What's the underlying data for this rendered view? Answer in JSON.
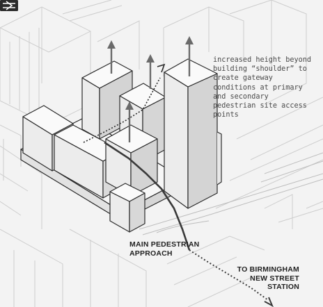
{
  "annotations": {
    "height_note": "increased height beyond\nbuilding “shoulder” to\ncreate gateway\nconditions at primary\nand secondary\npedestrian site access\npoints",
    "approach_label": "MAIN PEDESTRIAN\nAPPROACH",
    "station_label": "TO BIRMINGHAM\nNEW STREET\nSTATION"
  },
  "icons": {
    "height_arrow": "up-arrow-icon",
    "rail": "national-rail-icon"
  },
  "colors": {
    "background": "#f3f3f3",
    "context_lines": "#c9c9c9",
    "building_stroke": "#2a2a2a",
    "building_face": "#e6e6e6",
    "building_top": "#fafafa",
    "arrow": "#6a6a6a",
    "route": "#3a3a3a"
  }
}
